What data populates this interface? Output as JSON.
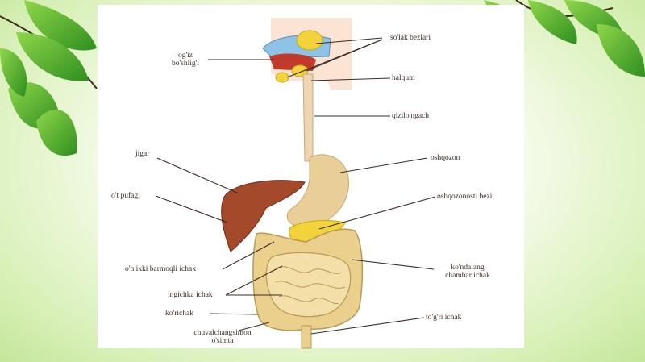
{
  "labels": {
    "salivary_glands": "so'lak bezlari",
    "mouth_1": "og'iz",
    "mouth_2": "bo'shlig'i",
    "pharynx": "halqum",
    "esophagus": "qizilo'ngach",
    "liver": "jigar",
    "stomach": "oshqozon",
    "gallbladder": "o't pufagi",
    "pancreas": "oshqozonosti bezi",
    "duodenum": "o'n ikki barmoqli ichak",
    "transverse_colon_1": "ko'ndalang",
    "transverse_colon_2": "chambar ichak",
    "small_intestine": "ingichka ichak",
    "cecum": "ko'richak",
    "appendix_1": "chuvalchangsimon",
    "appendix_2": "o'simta",
    "rectum": "to'g'ri ichak"
  },
  "colors": {
    "leaf": "#4caf2a",
    "liver": "#a5492b",
    "stomach": "#e9cf97",
    "intestine": "#ead08c",
    "gland": "#f2d33c",
    "tongue_area": "#8ec2e6",
    "mouth": "#c0392b"
  }
}
